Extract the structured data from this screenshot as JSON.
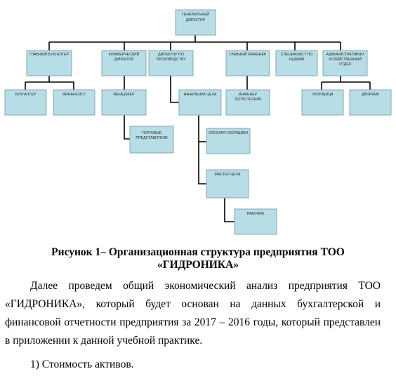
{
  "org_chart": {
    "general_director": "ГЕНЕРАЛЬНЫЙ ДИРЕКТОР",
    "chief_accountant": "ГЛАВНЫЙ БУХГАЛТЕР",
    "commercial_director": "КОММЕРЧЕСКИЙ ДИРЕКТОР",
    "production_director": "ДИРЕКТОР ПО ПРОИЗВОДСТВУ",
    "chief_engineer": "ГЛАВНЫЙ ИНЖЕНЕР",
    "subsoil_specialist": "СПЕЦИАЛИСТ ПО НЕДРАМ",
    "admin_department": "АДМИНИСТРАТИВНО ХОЗЯЙСТВЕННЫЙ ОТДЕЛ",
    "accountant": "БУХГАЛТЕР",
    "financier": "ФИНАНСИСТ",
    "manager": "МЕНЕДЖЕР",
    "trade_reps": "ТОРГОВЫЕ ПРЕДСТАВИТЕЛИ",
    "workshop_head": "НАЧАЛЬНИК ЦЕХА",
    "assembly_fitters": "СЛЕСАРЯ СБОРЩИКИ",
    "workshop_master": "МАСТЕР ЦЕХА",
    "workers": "РАБОЧИЕ",
    "heat_engineer": "ИНЖЕНЕР ТЕПЛОТЕХНИК",
    "cleaner": "УБОРЩИЦА",
    "janitor": "ДВОРНИК"
  },
  "caption": {
    "line1": "Рисунок 1– Организационная структура предприятия ТОО",
    "line2": "«ГИДРОНИКА»"
  },
  "body": {
    "line1": "Далее проведем общий экономический анализ предприятия ТОО",
    "line2": "«ГИДРОНИКА», который будет основан на данных бухгалтерской и",
    "line3": "финансовой отчетности предприятия за 2017 – 2016 годы, который представлен",
    "line4": "в приложении к данной учебной практике.",
    "list_item": "1) Стоимость активов."
  }
}
